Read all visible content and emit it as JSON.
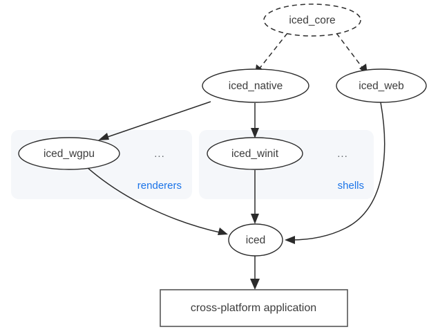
{
  "diagram": {
    "type": "dependency-graph",
    "background_color": "#ffffff",
    "node_stroke_color": "#2b2b2b",
    "node_text_color": "#3c3c3c",
    "cluster_fill_color": "#f5f7fa",
    "cluster_label_color": "#1a73e8",
    "nodes": [
      {
        "id": "iced_core",
        "label": "iced_core",
        "shape": "ellipse",
        "style": "dashed"
      },
      {
        "id": "iced_native",
        "label": "iced_native",
        "shape": "ellipse",
        "style": "solid"
      },
      {
        "id": "iced_web",
        "label": "iced_web",
        "shape": "ellipse",
        "style": "solid"
      },
      {
        "id": "iced_wgpu",
        "label": "iced_wgpu",
        "shape": "ellipse",
        "style": "solid"
      },
      {
        "id": "iced_winit",
        "label": "iced_winit",
        "shape": "ellipse",
        "style": "solid"
      },
      {
        "id": "iced",
        "label": "iced",
        "shape": "ellipse",
        "style": "solid"
      },
      {
        "id": "application",
        "label": "cross-platform application",
        "shape": "rectangle",
        "style": "solid"
      }
    ],
    "clusters": [
      {
        "id": "renderers",
        "label": "renderers",
        "ellipsis": "..."
      },
      {
        "id": "shells",
        "label": "shells",
        "ellipsis": "..."
      }
    ],
    "edges": [
      {
        "from": "iced_core",
        "to": "iced_native",
        "style": "dashed"
      },
      {
        "from": "iced_core",
        "to": "iced_web",
        "style": "dashed"
      },
      {
        "from": "iced_native",
        "to": "iced_wgpu",
        "style": "solid"
      },
      {
        "from": "iced_native",
        "to": "iced_winit",
        "style": "solid"
      },
      {
        "from": "iced_wgpu",
        "to": "iced",
        "style": "solid"
      },
      {
        "from": "iced_winit",
        "to": "iced",
        "style": "solid"
      },
      {
        "from": "iced_web",
        "to": "iced",
        "style": "solid"
      },
      {
        "from": "iced",
        "to": "application",
        "style": "solid"
      }
    ]
  }
}
